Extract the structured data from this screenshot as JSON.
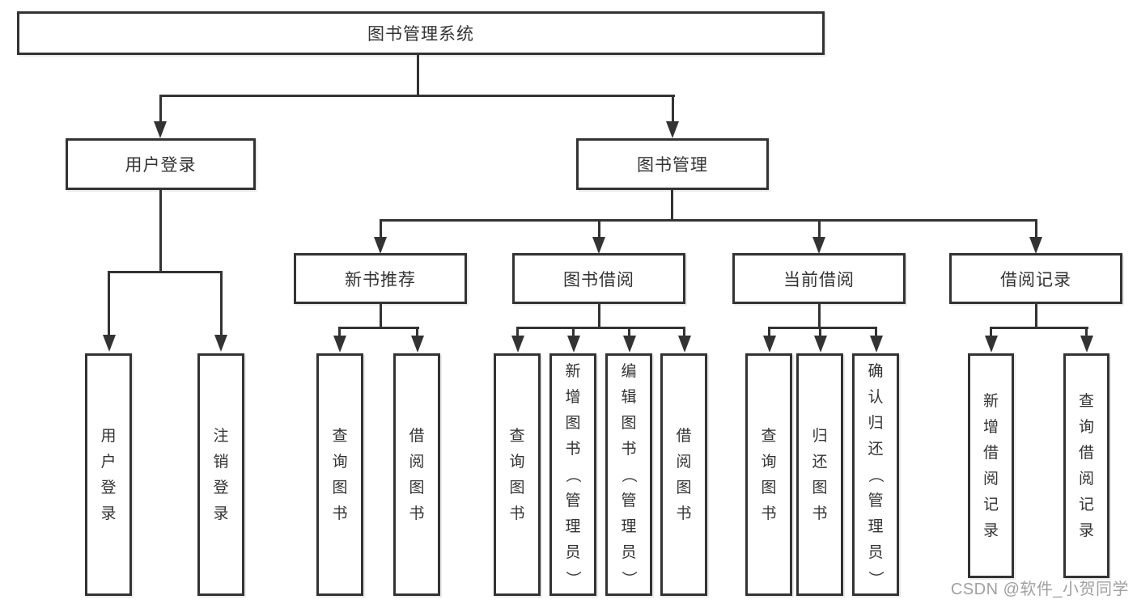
{
  "diagram": {
    "root": {
      "label": "图书管理系统"
    },
    "level2": {
      "user_login": {
        "label": "用户登录"
      },
      "book_mgmt": {
        "label": "图书管理"
      }
    },
    "level3": {
      "new_book_rec": {
        "label": "新书推荐"
      },
      "book_borrow": {
        "label": "图书借阅"
      },
      "current_borrow": {
        "label": "当前借阅"
      },
      "borrow_records": {
        "label": "借阅记录"
      }
    },
    "leaves": {
      "user_login": {
        "label": "用户登录"
      },
      "logout": {
        "label": "注销登录"
      },
      "rec_query_books": {
        "label": "查询图书"
      },
      "rec_borrow_books": {
        "label": "借阅图书"
      },
      "bb_query_books": {
        "label": "查询图书"
      },
      "bb_add_books": {
        "label": "新增图书（管理员）"
      },
      "bb_edit_books": {
        "label": "编辑图书（管理员）"
      },
      "bb_borrow_books": {
        "label": "借阅图书"
      },
      "cb_query_books": {
        "label": "查询图书"
      },
      "cb_return_books": {
        "label": "归还图书"
      },
      "cb_confirm_return": {
        "label": "确认归还（管理员）"
      },
      "br_add_record": {
        "label": "新增借阅记录"
      },
      "br_query_record": {
        "label": "查询借阅记录"
      }
    }
  },
  "watermark": {
    "text": "CSDN @软件_小贺同学"
  },
  "colors": {
    "line": "#333333",
    "text": "#333333",
    "watermark": "#a0a0a0",
    "background": "#ffffff"
  }
}
